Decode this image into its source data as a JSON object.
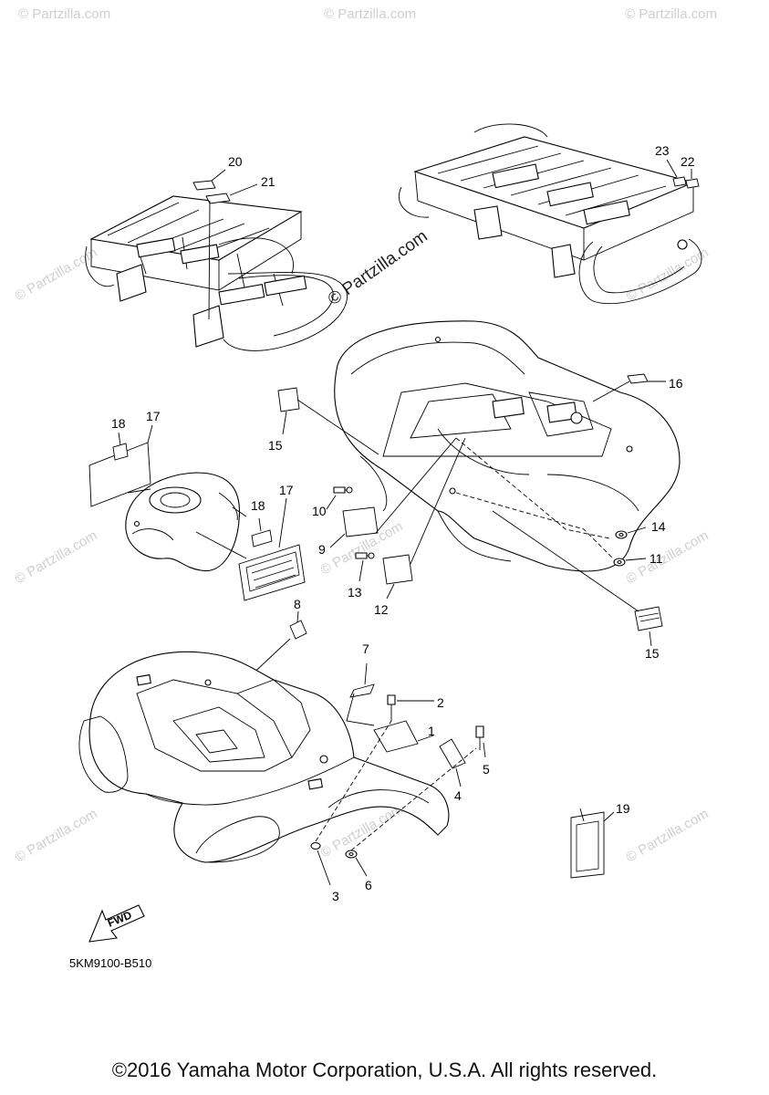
{
  "watermarks": {
    "main": "© Partzilla.com",
    "repeat": "© Partzilla.com"
  },
  "callouts": {
    "c1": "1",
    "c2": "2",
    "c3": "3",
    "c4": "4",
    "c5": "5",
    "c6": "6",
    "c7": "7",
    "c8": "8",
    "c9": "9",
    "c10": "10",
    "c11": "11",
    "c12": "12",
    "c13": "13",
    "c14": "14",
    "c15a": "15",
    "c15b": "15",
    "c16": "16",
    "c17a": "17",
    "c17b": "17",
    "c18a": "18",
    "c18b": "18",
    "c19": "19",
    "c20": "20",
    "c21": "21",
    "c22": "22",
    "c23": "23"
  },
  "fwd_label": "FWD",
  "diagram_code": "5KM9100-B510",
  "copyright": "©2016 Yamaha Motor Corporation, U.S.A. All rights reserved.",
  "colors": {
    "watermark": "#cfcfcf",
    "ink": "#000000"
  }
}
